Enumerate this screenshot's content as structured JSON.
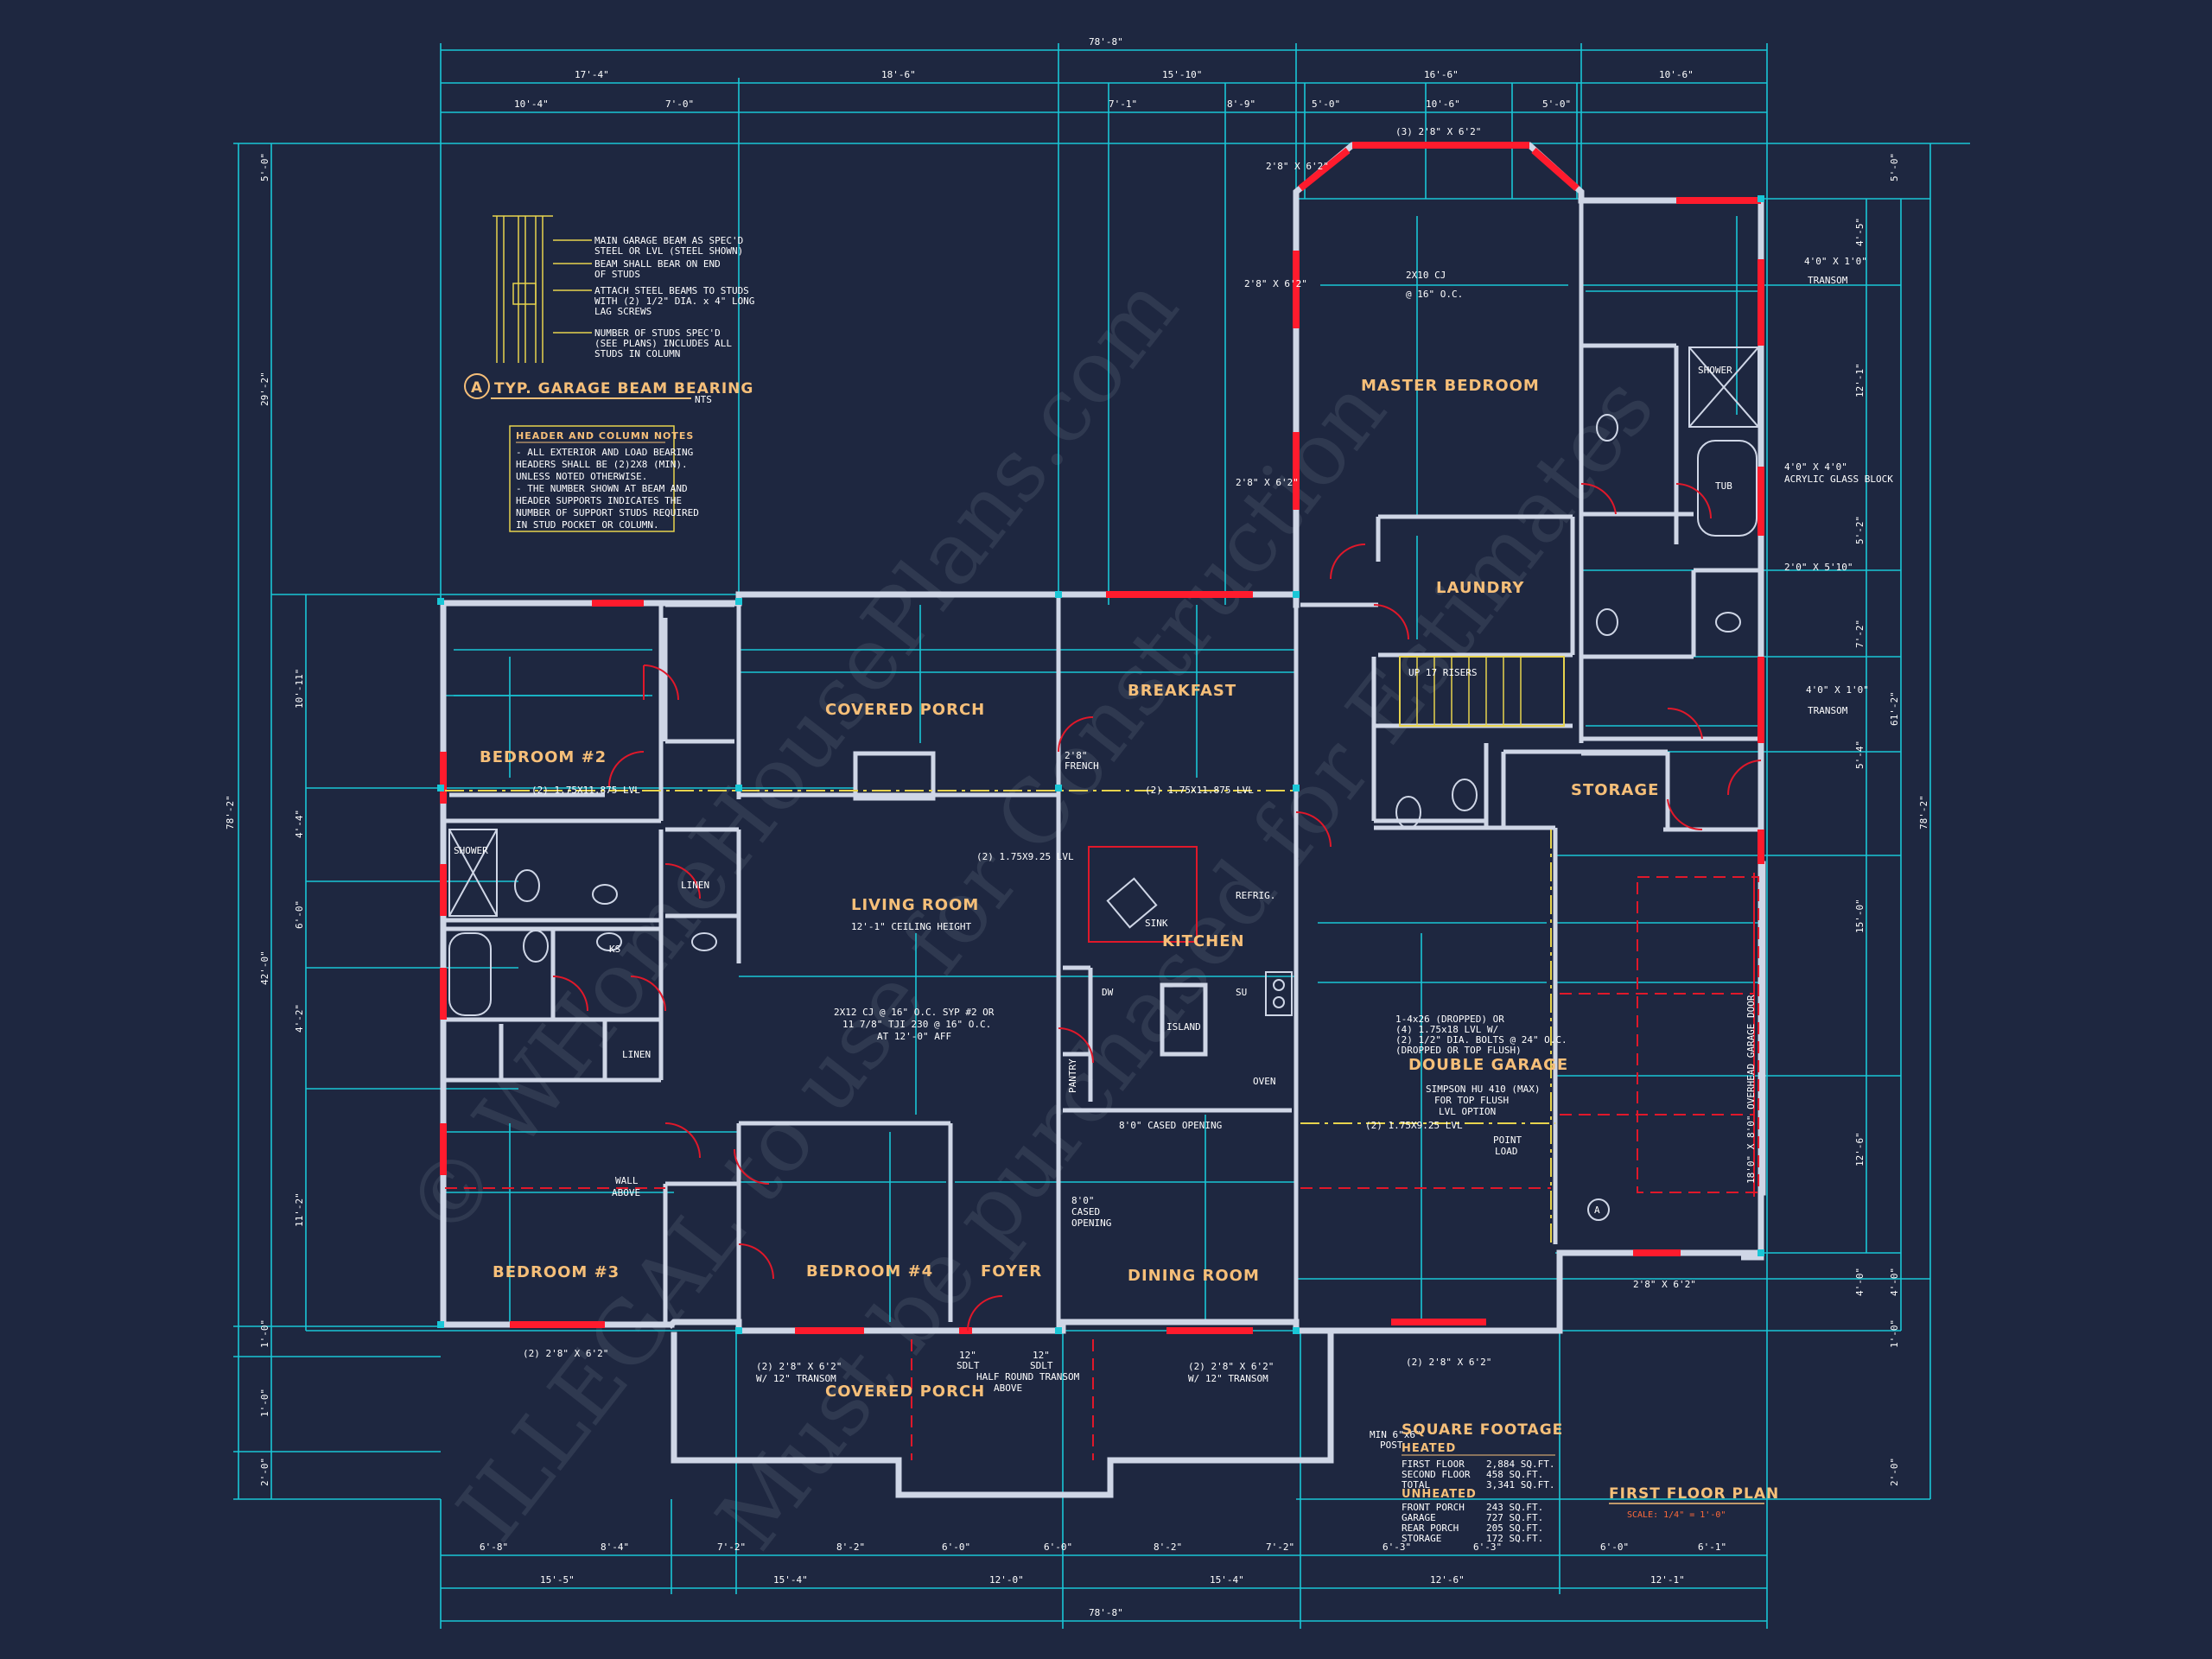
{
  "sheet": {
    "title": "FIRST FLOOR PLAN",
    "scale": "SCALE: 1/4\" = 1'-0\""
  },
  "watermark": {
    "line1": "ILLEGAL to use for Construction",
    "line2": "© WHomeHousePlans.com",
    "line3": "Must be purchased for Estimates"
  },
  "rooms": {
    "master_bedroom": "MASTER BEDROOM",
    "laundry": "LAUNDRY",
    "breakfast": "BREAKFAST",
    "covered_porch_rear": "COVERED PORCH",
    "bedroom2": "BEDROOM #2",
    "storage": "STORAGE",
    "living_room": "LIVING ROOM",
    "living_sub": "12'-1\" CEILING HEIGHT",
    "kitchen": "KITCHEN",
    "double_garage": "DOUBLE GARAGE",
    "bedroom3": "BEDROOM #3",
    "bedroom4": "BEDROOM #4",
    "foyer": "FOYER",
    "dining_room": "DINING ROOM",
    "covered_porch_front": "COVERED PORCH"
  },
  "fixtures": {
    "shower": "SHOWER",
    "tub": "TUB",
    "linen": "LINEN",
    "linen2": "LINEN",
    "sink": "SINK",
    "refrig": "REFRIG.",
    "island": "ISLAND",
    "din": "DW",
    "pantry": "PANTRY",
    "oven": "OVEN",
    "su": "SU",
    "ks": "KS",
    "up_stairs": "UP 17 RISERS"
  },
  "detail": {
    "title": "TYP. GARAGE BEAM BEARING",
    "tag": "A",
    "nts": "NTS",
    "n1": "MAIN GARAGE BEAM AS SPEC'D",
    "n1b": "STEEL OR LVL (STEEL SHOWN)",
    "n2": "BEAM SHALL BEAR ON END",
    "n2b": "OF STUDS",
    "n3": "ATTACH STEEL BEAMS TO STUDS",
    "n3b": "WITH (2) 1/2\" DIA. x 4\" LONG",
    "n3c": "LAG SCREWS",
    "n4": "NUMBER OF STUDS SPEC'D",
    "n4b": "(SEE PLANS) INCLUDES ALL",
    "n4c": "STUDS IN COLUMN"
  },
  "notes": {
    "title": "HEADER AND COLUMN NOTES",
    "lines": [
      "- ALL EXTERIOR AND LOAD BEARING",
      "HEADERS SHALL BE (2)2X8 (MIN).",
      "UNLESS NOTED OTHERWISE.",
      "- THE NUMBER SHOWN AT BEAM AND",
      "HEADER SUPPORTS INDICATES THE",
      "NUMBER OF SUPPORT STUDS REQUIRED",
      "IN STUD POCKET OR COLUMN."
    ]
  },
  "square_footage": {
    "title": "SQUARE FOOTAGE",
    "heated": "HEATED",
    "rows_heated": [
      [
        "FIRST FLOOR",
        "2,884 SQ.FT."
      ],
      [
        "SECOND FLOOR",
        "458 SQ.FT."
      ],
      [
        "TOTAL",
        "3,341 SQ.FT."
      ]
    ],
    "unheated": "UNHEATED",
    "rows_unheated": [
      [
        "FRONT PORCH",
        "243 SQ.FT."
      ],
      [
        "GARAGE",
        "727 SQ.FT."
      ],
      [
        "REAR PORCH",
        "205 SQ.FT."
      ],
      [
        "STORAGE",
        "172 SQ.FT."
      ]
    ]
  },
  "dims": {
    "overall": "78'-8\"",
    "top1": [
      "17'-4\"",
      "18'-6\"",
      "15'-10\"",
      "16'-6\"",
      "10'-6\""
    ],
    "top2": [
      "10'-4\"",
      "7'-0\"",
      "7'-1\"",
      "8'-9\"",
      "5'-0\"",
      "10'-6\"",
      "5'-0\""
    ],
    "bot1": [
      "6'-8\"",
      "8'-4\"",
      "7'-2\"",
      "8'-2\"",
      "6'-0\"",
      "6'-0\"",
      "8'-2\"",
      "7'-2\"",
      "6'-3\"",
      "6'-3\"",
      "6'-0\"",
      "6'-1\""
    ],
    "bot2": [
      "15'-5\"",
      "15'-4\"",
      "12'-0\"",
      "15'-4\"",
      "12'-6\"",
      "12'-1\""
    ],
    "left_total": "78'-2\"",
    "left1": [
      "5'-0\"",
      "29'-2\"",
      "42'-0\"",
      "1'-0\"",
      "1'-0\"",
      "2'-0\""
    ],
    "left2": [
      "10'-11\"",
      "4'-4\"",
      "6'-0\"",
      "4'-2\"",
      "11'-2\""
    ],
    "right_total": "78'-2\"",
    "right1": [
      "5'-0\"",
      "61'-2\"",
      "4'-0\"",
      "2'-0\"",
      "1'-0\""
    ],
    "right2": [
      "4'-5\"",
      "12'-1\"",
      "5'-2\"",
      "7'-2\"",
      "5'-4\"",
      "15'-0\"",
      "12'-6\"",
      "4'-0\""
    ]
  },
  "annotations": {
    "a1": "(3) 2'8\" X 6'2\"",
    "a2": "2'8\" X 6'2\"",
    "a3": "2'8\" X 6'2\"",
    "a4": "2'8\" X 6'2\"",
    "a5": "2X10 CJ",
    "a6": "@ 16\" O.C.",
    "transom1": "4'0\" X 1'0\"",
    "transom1b": "TRANSOM",
    "glass": "4'0\" X 4'0\"",
    "glassb": "ACRYLIC GLASS BLOCK",
    "win5": "2'0\" X 5'10\"",
    "transom2": "4'0\" X 1'0\"",
    "transom2b": "TRANSOM",
    "lvl1": "(2) 1.75X11.875 LVL",
    "lvl2": "(2) 1.75X11.875 LVL",
    "lvl3": "(2) 1.75X9.25 LVL",
    "lvl4": "(2) 1.75X9.25 LVL",
    "cased1": "8'0\" CASED OPENING",
    "cased2": "8'0\"",
    "cased2b": "CASED",
    "cased2c": "OPENING",
    "living_cj": "2X12 CJ @ 16\" O.C. SYP #2 OR",
    "living_cj2": "11 7/8\" TJI 230 @ 16\" O.C.",
    "living_cj3": "AT 12'-0\" AFF",
    "simpson": "SIMPSON HU 410 (MAX)",
    "simpson2": "FOR TOP FLUSH",
    "simpson3": "LVL OPTION",
    "hhdr": "1-4x26 (DROPPED) OR",
    "hhdr2": "(4) 1.75x18 LVL W/",
    "hhdr3": "(2) 1/2\" DIA. BOLTS @ 24\" O.C.",
    "hhdr4": "(DROPPED OR TOP FLUSH)",
    "point": "POINT",
    "pointb": "LOAD",
    "garage_door": "18'0\" X 8'0\" OVERHEAD GARAGE DOOR",
    "half_round": "HALF ROUND TRANSOM",
    "half_round2": "ABOVE",
    "front1": "(2) 2'8\" X 6'2\"",
    "front1b": "W/ 12\" TRANSOM",
    "front2": "(2) 2'8\" X 6'2\"",
    "front2b": "W/ 12\" TRANSOM",
    "bottom_win1": "(2) 2'8\" X 6'2\"",
    "bottom_win2": "(2) 2'8\" X 6'2\"",
    "bottom_win3": "2'8\" X 6'2\"",
    "wall_above": "WALL",
    "wall_above2": "ABOVE",
    "min_post": "MIN 6\"x6\"",
    "min_post2": "POST",
    "french": "2'8\"",
    "frenchb": "FRENCH",
    "sdlt": "12\"",
    "sdltb": "SDLT",
    "sdlt2": "12\"",
    "sdlt2b": "SDLT"
  }
}
